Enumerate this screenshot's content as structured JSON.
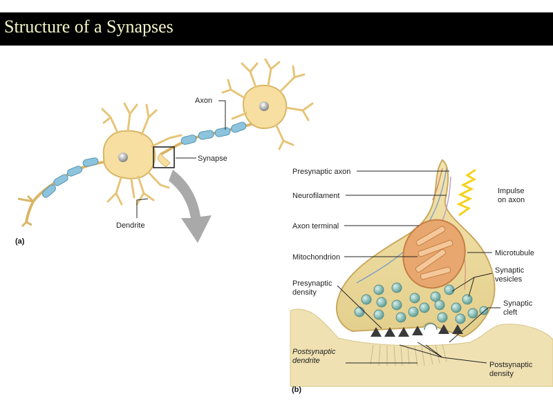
{
  "slide": {
    "title": "Structure of a Synapses",
    "title_color": "#f5f5c8"
  },
  "figure_a": {
    "panel_label": "(a)",
    "labels": {
      "axon": "Axon",
      "synapse": "Synapse",
      "dendrite": "Dendrite"
    }
  },
  "figure_b": {
    "panel_label": "(b)",
    "labels": {
      "presynaptic_axon": "Presynaptic axon",
      "neurofilament": "Neurofilament",
      "axon_terminal": "Axon terminal",
      "mitochondrion": "Mitochondrion",
      "presynaptic_density_1": "Presynaptic",
      "presynaptic_density_2": "density",
      "postsynaptic_dendrite_1": "Postsynaptic",
      "postsynaptic_dendrite_2": "dendrite",
      "impulse_1": "Impulse",
      "impulse_2": "on axon",
      "microtubule": "Microtubule",
      "synaptic_vesicles_1": "Synaptic",
      "synaptic_vesicles_2": "vesicles",
      "synaptic_cleft_1": "Synaptic",
      "synaptic_cleft_2": "cleft",
      "postsynaptic_density_1": "Postsynaptic",
      "postsynaptic_density_2": "density"
    }
  },
  "colors": {
    "cell_body": "#f6dfa0",
    "cell_outline": "#d9b566",
    "myelin": "#8cc4de",
    "terminal_fill": "#efdc9e",
    "mitochondrion": "#e8a76e",
    "vesicle": "#9fd0c8",
    "impulse": "#f5d21c",
    "arrow": "#9a9a9a"
  }
}
